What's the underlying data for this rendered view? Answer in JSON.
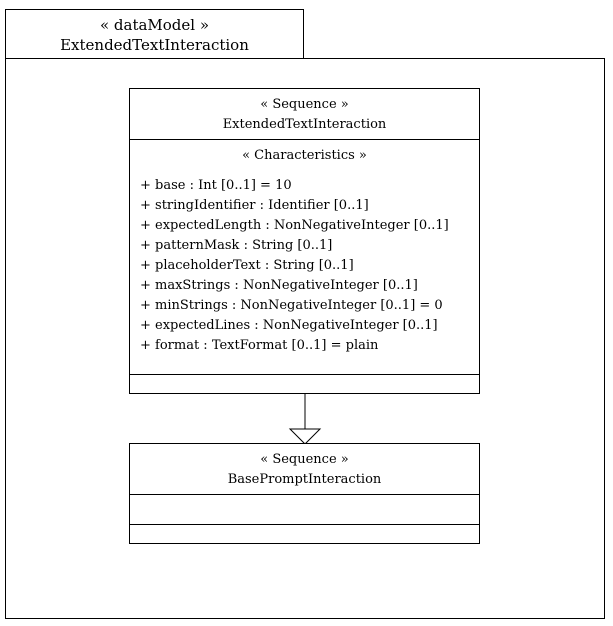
{
  "frame": {
    "stereotype": "« dataModel »",
    "name": "ExtendedTextInteraction"
  },
  "classes": {
    "extended": {
      "stereotype": "« Sequence »",
      "name": "ExtendedTextInteraction",
      "section_label": "« Characteristics »",
      "attributes": [
        "+ base : Int [0..1] = 10",
        "+ stringIdentifier : Identifier [0..1]",
        "+ expectedLength : NonNegativeInteger [0..1]",
        "+ patternMask : String [0..1]",
        "+ placeholderText : String [0..1]",
        "+ maxStrings : NonNegativeInteger [0..1]",
        "+ minStrings : NonNegativeInteger [0..1] = 0",
        "+ expectedLines : NonNegativeInteger [0..1]",
        "+ format : TextFormat [0..1] = plain"
      ]
    },
    "base": {
      "stereotype": "« Sequence »",
      "name": "BasePromptInteraction"
    }
  },
  "relationships": [
    {
      "type": "generalization",
      "from": "ExtendedTextInteraction",
      "to": "BasePromptInteraction"
    }
  ]
}
